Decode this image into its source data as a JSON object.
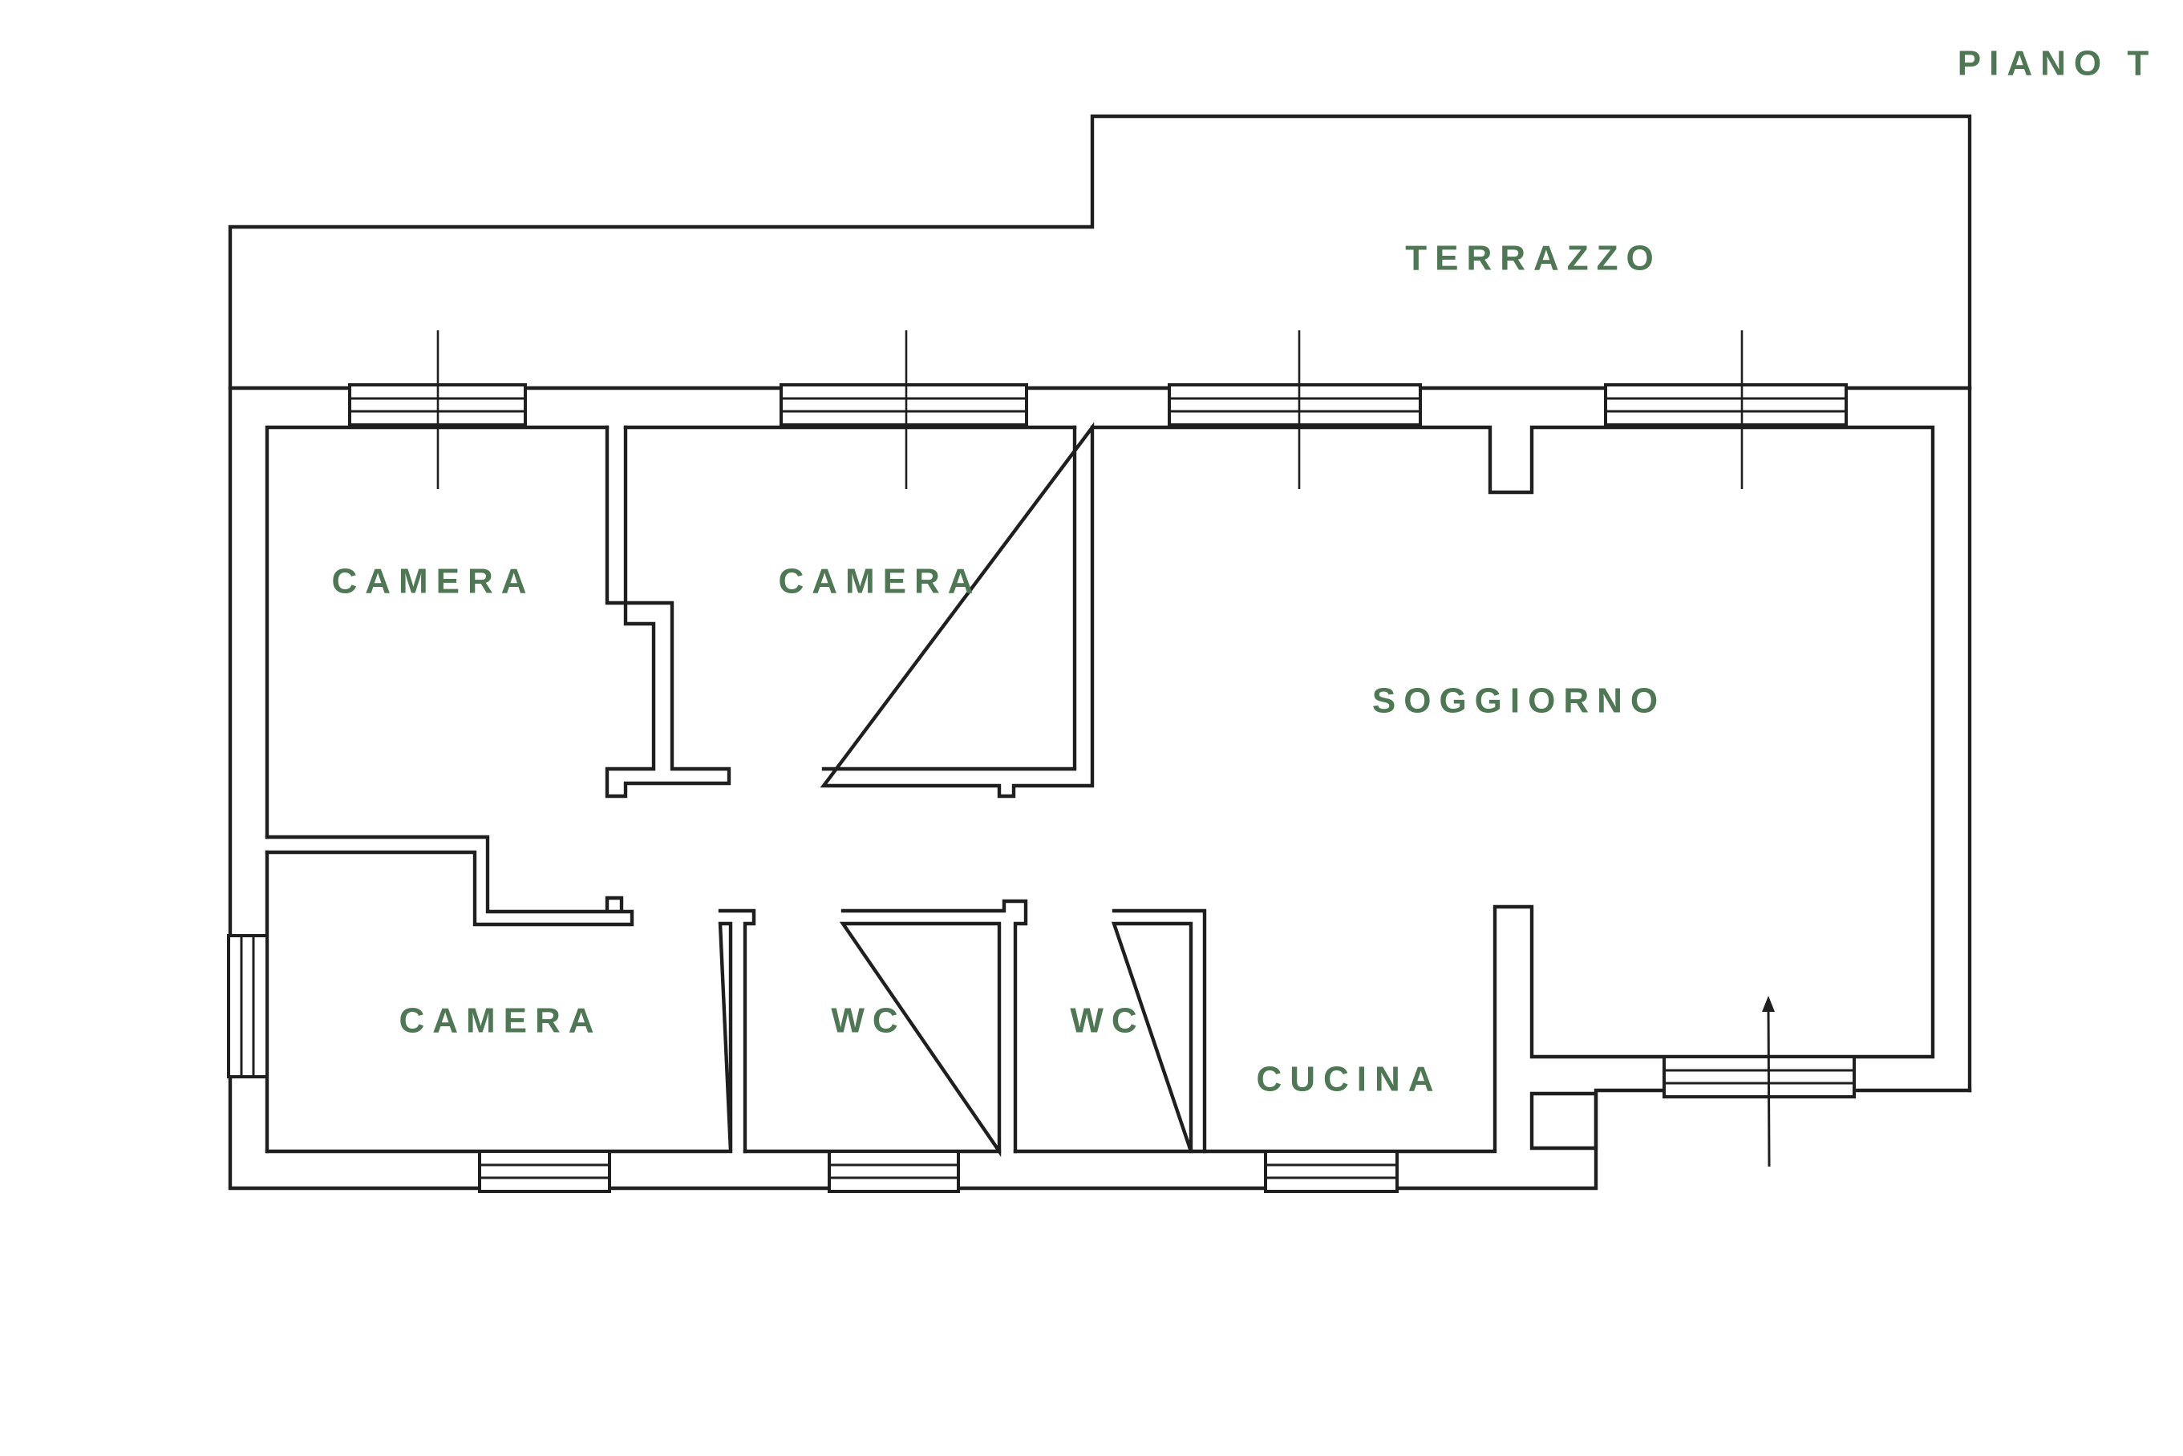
{
  "plan": {
    "floor_label": "PIANO T",
    "rooms": [
      {
        "id": "terrazzo",
        "name": "TERRAZZO"
      },
      {
        "id": "camera-1",
        "name": "CAMERA"
      },
      {
        "id": "camera-2",
        "name": "CAMERA"
      },
      {
        "id": "soggiorno",
        "name": "SOGGIORNO"
      },
      {
        "id": "camera-3",
        "name": "CAMERA"
      },
      {
        "id": "wc-1",
        "name": "WC"
      },
      {
        "id": "wc-2",
        "name": "WC"
      },
      {
        "id": "cucina",
        "name": "CUCINA"
      }
    ]
  },
  "colors": {
    "label": "#4e7753",
    "wall": "#1f1f1f",
    "background": "#ffffff"
  }
}
